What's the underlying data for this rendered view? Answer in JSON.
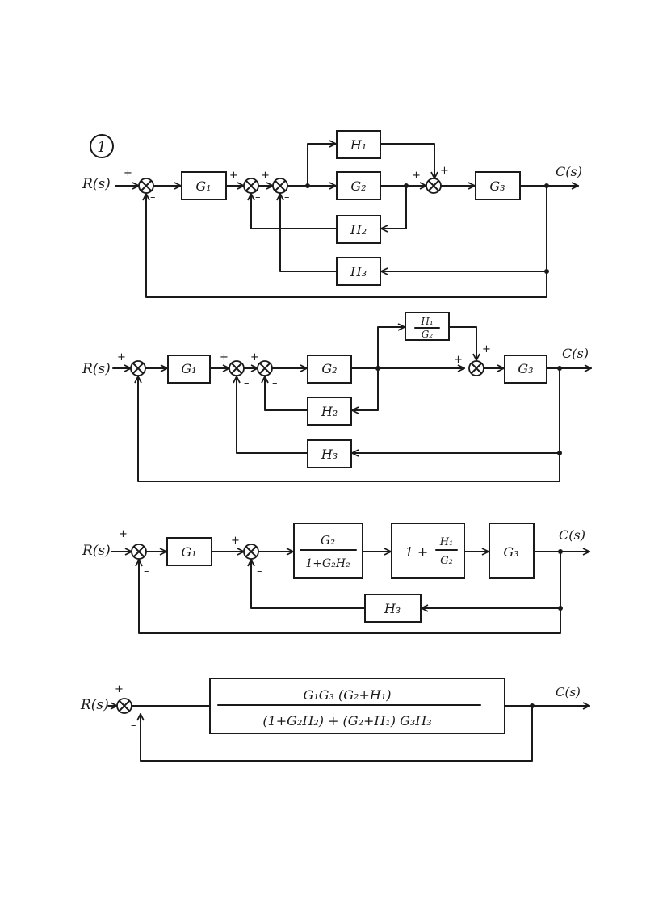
{
  "title_marker": "1",
  "signals": {
    "input": "R(s)",
    "output": "C(s)"
  },
  "signs": {
    "plus": "+",
    "minus": "–"
  },
  "diagram1": {
    "blocks": {
      "g1": "G₁",
      "g2": "G₂",
      "g3": "G₃",
      "h1": "H₁",
      "h2": "H₂",
      "h3": "H₃"
    }
  },
  "diagram2": {
    "blocks": {
      "g1": "G₁",
      "g2": "G₂",
      "g3": "G₃",
      "h1_num": "H₁",
      "h1_den": "G₂",
      "h2": "H₂",
      "h3": "H₃"
    }
  },
  "diagram3": {
    "blocks": {
      "g1": "G₁",
      "inner_num": "G₂",
      "inner_den": "1+G₂H₂",
      "ff_prefix": "1 +",
      "ff_num": "H₁",
      "ff_den": "G₂",
      "g3": "G₃",
      "h3": "H₃"
    }
  },
  "diagram4": {
    "blocks": {
      "num": "G₁G₃ (G₂+H₁)",
      "den": "(1+G₂H₂) + (G₂+H₁) G₃H₃"
    }
  }
}
